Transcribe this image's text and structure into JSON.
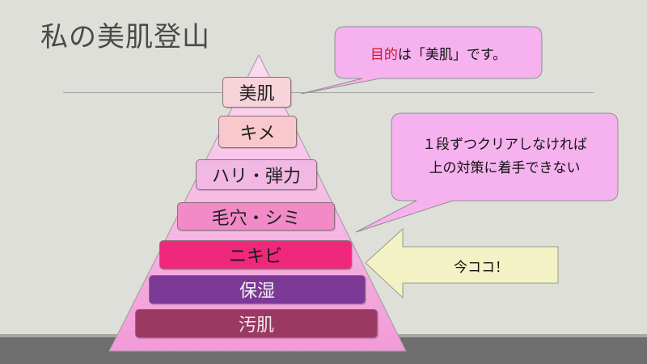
{
  "slide": {
    "title": "私の美肌登山"
  },
  "pyramid": {
    "levels": [
      {
        "label": "美肌"
      },
      {
        "label": "キメ"
      },
      {
        "label": "ハリ・弾力"
      },
      {
        "label": "毛穴・シミ"
      },
      {
        "label": "ニキビ"
      },
      {
        "label": "保湿"
      },
      {
        "label": "汚肌"
      }
    ]
  },
  "callouts": {
    "goal": {
      "highlight": "目的",
      "rest": "は「美肌」です。"
    },
    "steps": {
      "line1": "１段ずつクリアしなければ",
      "line2": "上の対策に着手できない"
    },
    "current": {
      "label": "今ココ！"
    }
  },
  "colors": {
    "pyramid_fill": "#F4A3DC",
    "bubble_fill": "#F6B2EF",
    "arrow_fill": "#F3F2C4",
    "highlight_red": "#D0142A"
  }
}
